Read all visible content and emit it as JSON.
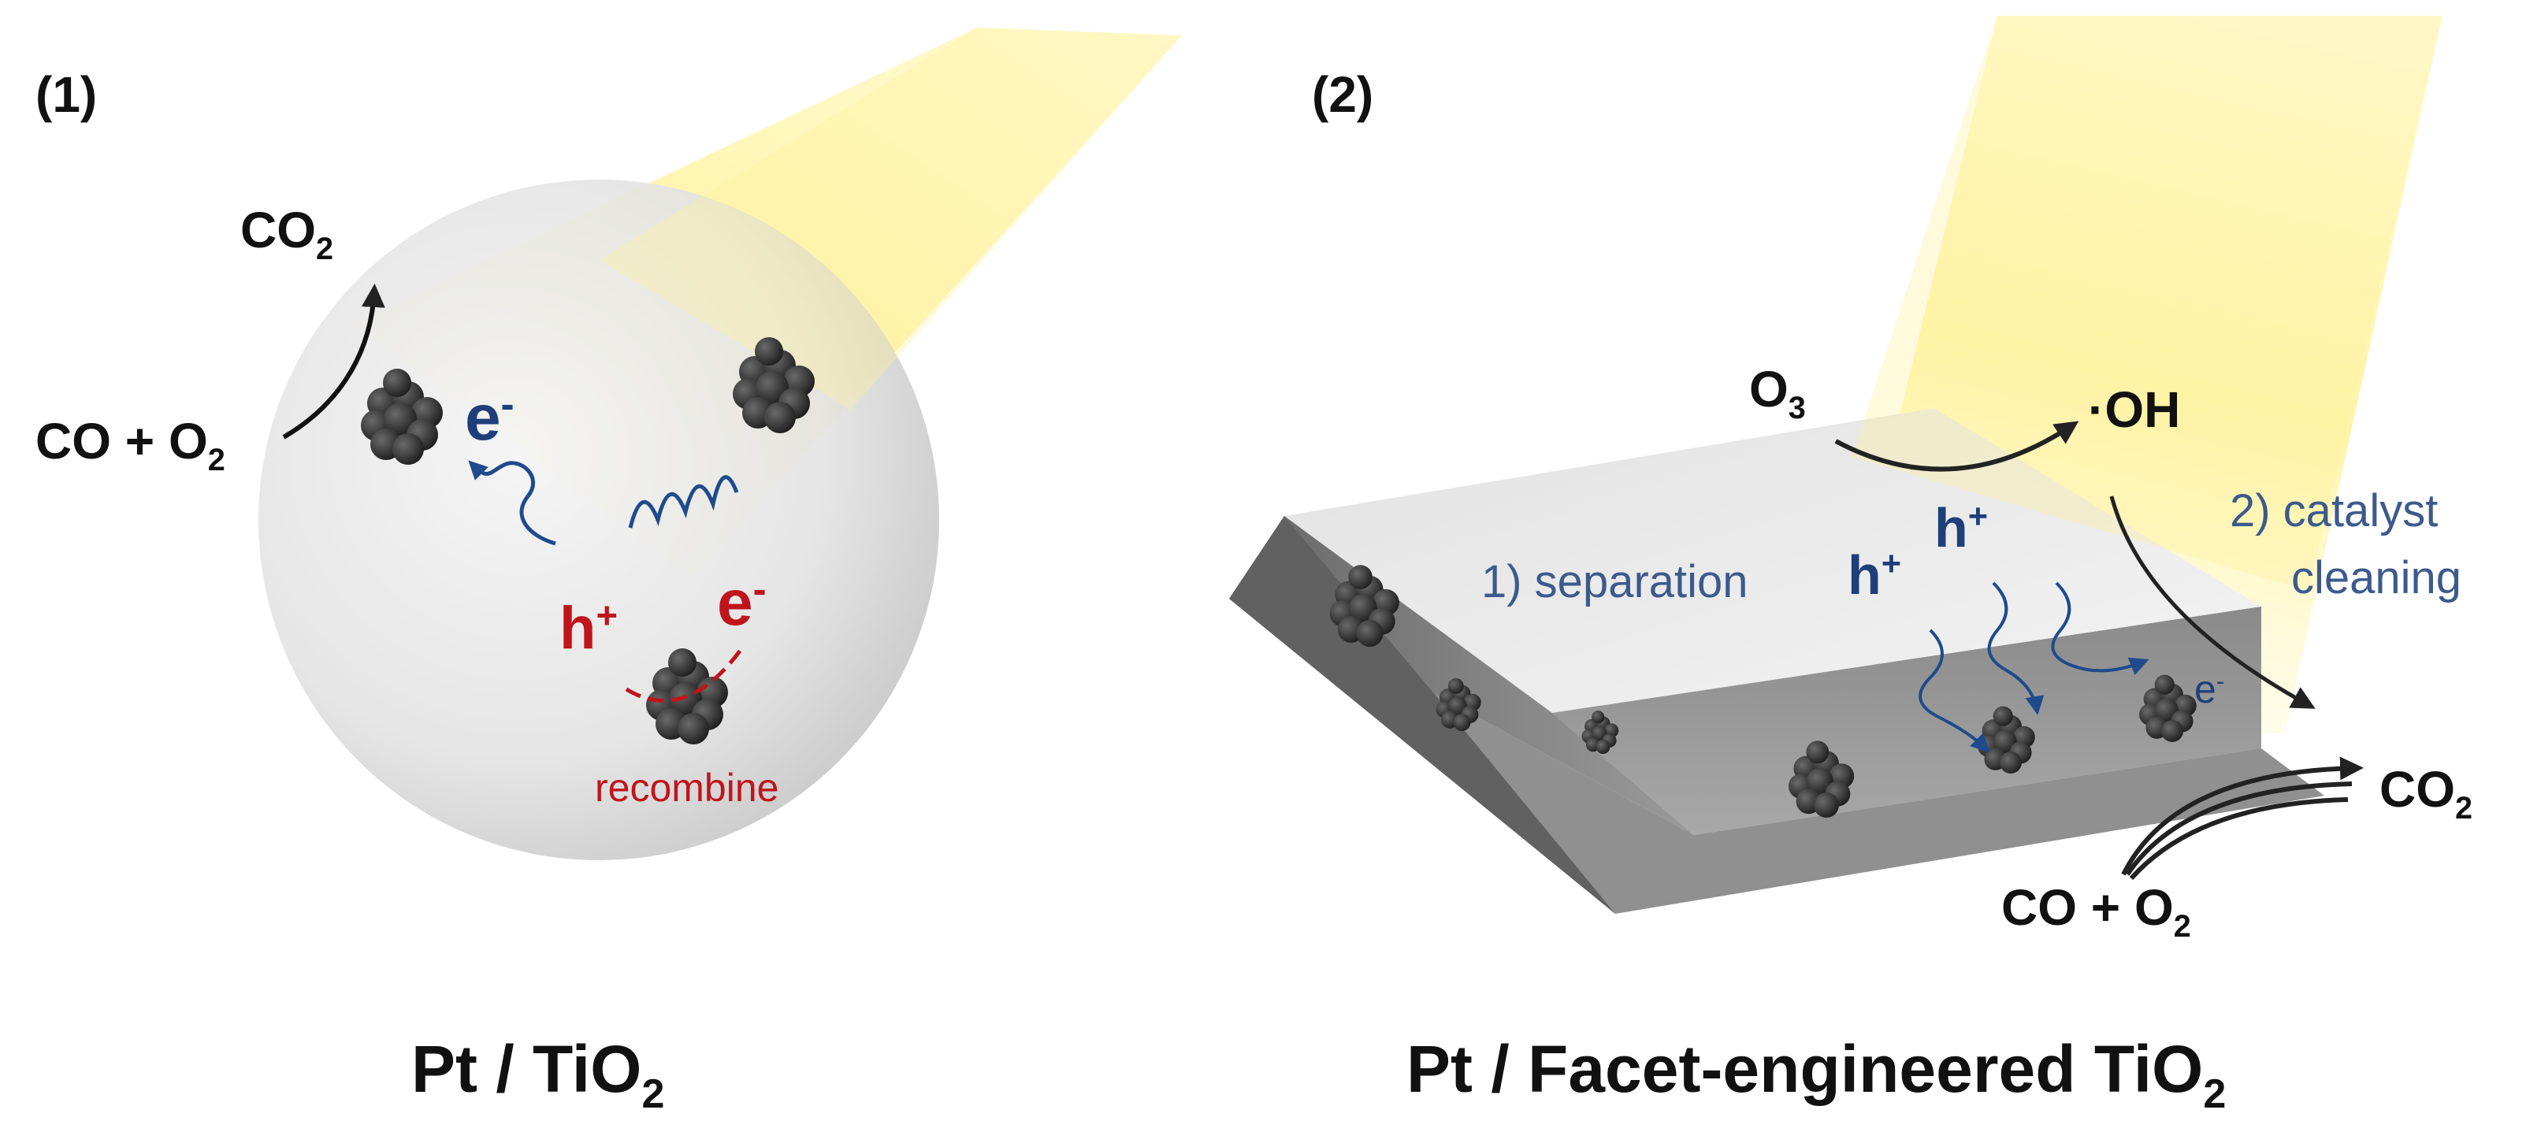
{
  "panel1": {
    "index": "(1)",
    "caption": {
      "main": "Pt / TiO",
      "sub": "2"
    },
    "product": {
      "main": "CO",
      "sub": "2"
    },
    "reactant": {
      "main": "CO + O",
      "sub": "2"
    },
    "electron_top": {
      "main": "e",
      "sup": "-"
    },
    "hole": {
      "main": "h",
      "sup": "+"
    },
    "electron_red": {
      "main": "e",
      "sup": "-"
    },
    "recombine": "recombine"
  },
  "panel2": {
    "index": "(2)",
    "caption": {
      "main": "Pt / Facet-engineered TiO",
      "sub": "2"
    },
    "ozone": {
      "main": "O",
      "sub": "3"
    },
    "hydroxyl": "·OH",
    "separation": "1) separation",
    "cleaning_line1": "2) catalyst",
    "cleaning_line2": "cleaning",
    "hole_a": {
      "main": "h",
      "sup": "+"
    },
    "hole_b": {
      "main": "h",
      "sup": "+"
    },
    "electron": {
      "main": "e",
      "sup": "-"
    },
    "product": {
      "main": "CO",
      "sub": "2"
    },
    "reactant": {
      "main": "CO + O",
      "sub": "2"
    }
  },
  "colors": {
    "light_beam": "#fff3a0",
    "particle": "#3a3a3a",
    "red_text": "#c0141c",
    "blue_text": "#1f3f7a",
    "wavy_arrow": "#1f4a8c",
    "black_arrow": "#222222"
  },
  "icons": [
    "pt-nanoparticle-icon",
    "light-beam",
    "wavy-arrow"
  ]
}
